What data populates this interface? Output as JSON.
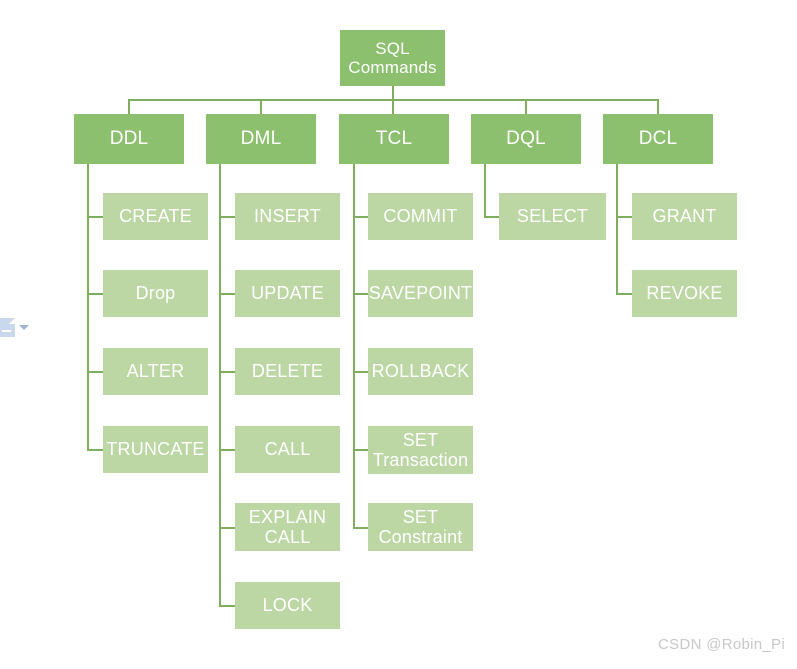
{
  "diagram": {
    "title": "SQL Commands classification tree",
    "colors": {
      "node_dark": "#8CBF6E",
      "node_light": "#BCD6A4",
      "connector": "#7FAE5E",
      "label_text": "#FFFFFF",
      "background": "#FFFFFF",
      "watermark_text": "#C8C8C8",
      "doc_icon": "#C9D8EC"
    },
    "root": {
      "label": "SQL\nCommands"
    },
    "categories": [
      {
        "key": "ddl",
        "label": "DDL",
        "children": [
          {
            "label": "CREATE"
          },
          {
            "label": "Drop"
          },
          {
            "label": "ALTER"
          },
          {
            "label": "TRUNCATE"
          }
        ]
      },
      {
        "key": "dml",
        "label": "DML",
        "children": [
          {
            "label": "INSERT"
          },
          {
            "label": "UPDATE"
          },
          {
            "label": "DELETE"
          },
          {
            "label": "CALL"
          },
          {
            "label": "EXPLAIN\nCALL"
          },
          {
            "label": "LOCK"
          }
        ]
      },
      {
        "key": "tcl",
        "label": "TCL",
        "children": [
          {
            "label": "COMMIT"
          },
          {
            "label": "SAVEPOINT"
          },
          {
            "label": "ROLLBACK"
          },
          {
            "label": "SET\nTransaction"
          },
          {
            "label": "SET\nConstraint"
          }
        ]
      },
      {
        "key": "dql",
        "label": "DQL",
        "children": [
          {
            "label": "SELECT"
          }
        ]
      },
      {
        "key": "dcl",
        "label": "DCL",
        "children": [
          {
            "label": "GRANT"
          },
          {
            "label": "REVOKE"
          }
        ]
      }
    ]
  },
  "watermark": {
    "text": "CSDN @Robin_Pi"
  },
  "doc_widget": {
    "icon": "document-icon",
    "caret": "chevron-down-icon"
  }
}
